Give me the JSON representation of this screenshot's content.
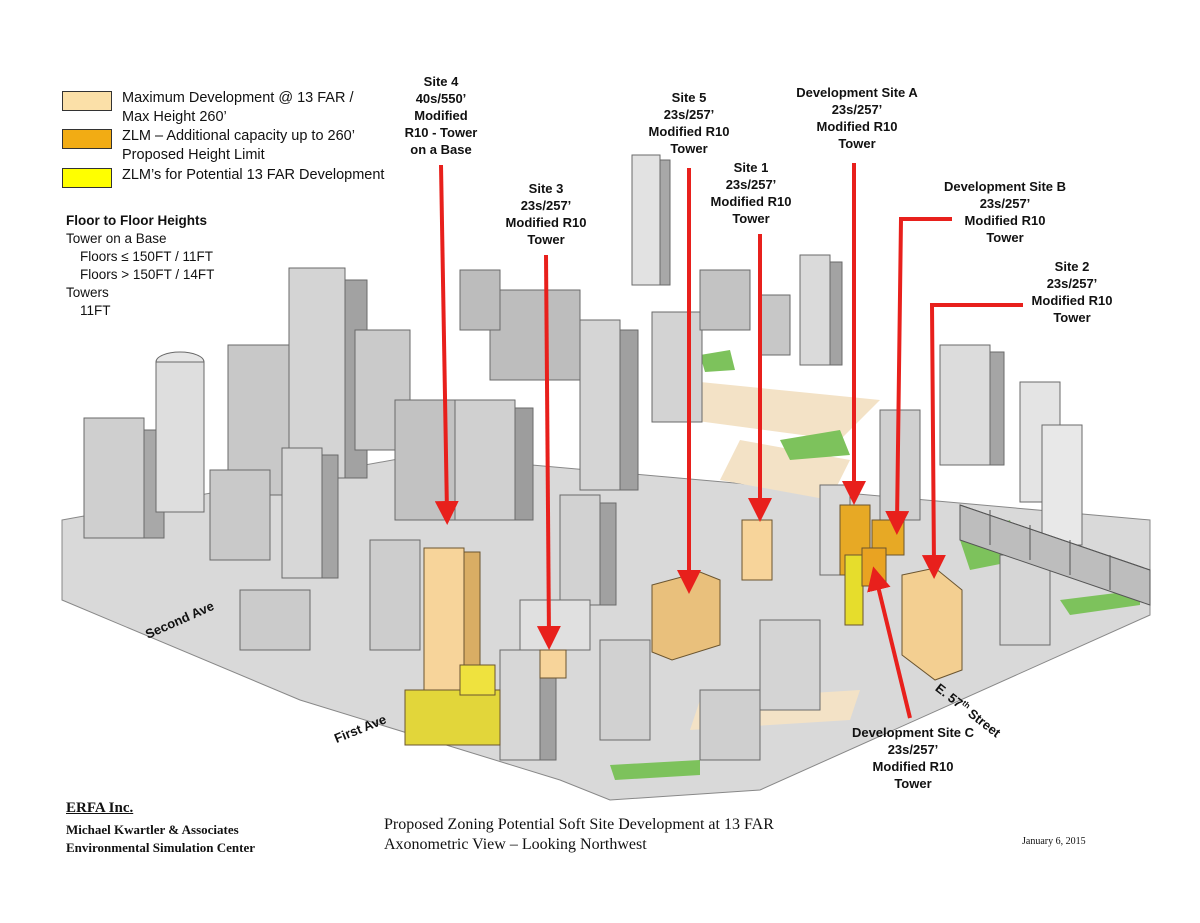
{
  "legend": [
    {
      "color": "#fbe0a8",
      "lines": [
        "Maximum Development @ 13 FAR /",
        "Max Height 260’"
      ]
    },
    {
      "color": "#f2ac14",
      "lines": [
        "ZLM – Additional capacity up to 260’",
        "Proposed Height Limit"
      ]
    },
    {
      "color": "#ffff00",
      "lines": [
        "ZLM’s for Potential 13 FAR Development"
      ]
    }
  ],
  "floor_heights": {
    "title": "Floor to Floor Heights",
    "tower_base": "Tower on a Base",
    "floors_lo": "Floors ≤ 150FT / 11FT",
    "floors_hi": "Floors > 150FT / 14FT",
    "towers": "Towers",
    "towers_val": "11FT"
  },
  "sites": [
    {
      "id": "site-4",
      "lines": [
        "Site 4",
        "40s/550’",
        "Modified",
        "R10 - Tower",
        "on a Base"
      ]
    },
    {
      "id": "site-3",
      "lines": [
        "Site 3",
        "23s/257’",
        "Modified R10",
        "Tower"
      ]
    },
    {
      "id": "site-5",
      "lines": [
        "Site 5",
        "23s/257’",
        "Modified R10",
        "Tower"
      ]
    },
    {
      "id": "site-1",
      "lines": [
        "Site 1",
        "23s/257’",
        "Modified R10",
        "Tower"
      ]
    },
    {
      "id": "dev-site-a",
      "lines": [
        "Development  Site A",
        "23s/257’",
        "Modified R10",
        "Tower"
      ]
    },
    {
      "id": "dev-site-b",
      "lines": [
        "Development  Site B",
        "23s/257’",
        "Modified R10",
        "Tower"
      ]
    },
    {
      "id": "site-2",
      "lines": [
        "Site 2",
        "23s/257’",
        "Modified R10",
        "Tower"
      ]
    },
    {
      "id": "dev-site-c",
      "lines": [
        "Development   Site C",
        "23s/257’",
        "Modified R10",
        "Tower"
      ]
    }
  ],
  "streets": {
    "second_ave": "Second Ave",
    "first_ave": "First Ave",
    "e57": "E. 57",
    "e57_sup": "th",
    "e57_rest": " Street"
  },
  "footer": {
    "org": "ERFA Inc.",
    "firm": "Michael Kwartler & Associates",
    "center": "Environmental Simulation Center",
    "title1": "Proposed Zoning Potential Soft Site Development at 13 FAR",
    "title2": "Axonometric View – Looking Northwest",
    "date": "January 6, 2015"
  },
  "colors": {
    "arrow": "#e8201c",
    "max_dev": "#fbe0a8",
    "zlm": "#f2ac14",
    "zlm13": "#ffff00"
  }
}
